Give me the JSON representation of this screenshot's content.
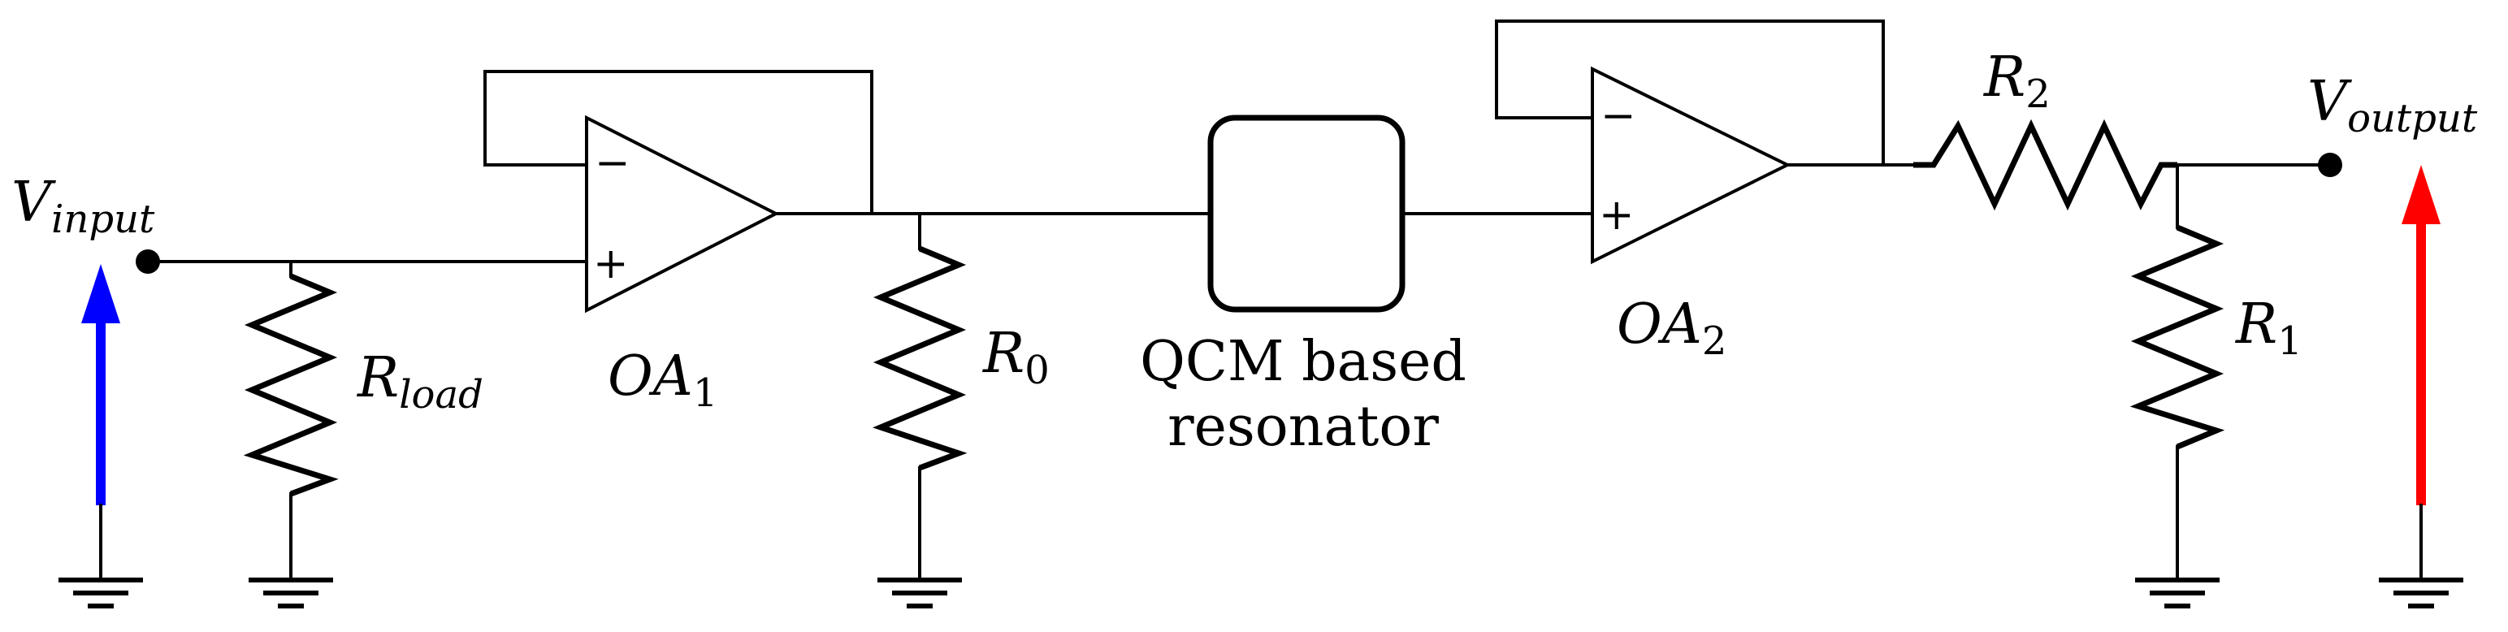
{
  "labels": {
    "v_input": {
      "main": "V",
      "sub": "input"
    },
    "v_output": {
      "main": "V",
      "sub": "output"
    },
    "r_load": {
      "main": "R",
      "sub": "load"
    },
    "r0": {
      "main": "R",
      "sub": "0"
    },
    "r1": {
      "main": "R",
      "sub": "1"
    },
    "r2": {
      "main": "R",
      "sub": "2"
    },
    "oa1": {
      "main": "OA",
      "sub": "1"
    },
    "oa2": {
      "main": "OA",
      "sub": "2"
    },
    "qcm_line1": "QCM based",
    "qcm_line2": "resonator",
    "minus": "−",
    "plus": "+"
  },
  "colors": {
    "input_arrow": "#0000ff",
    "output_arrow": "#ff0000",
    "wire": "#000000"
  }
}
